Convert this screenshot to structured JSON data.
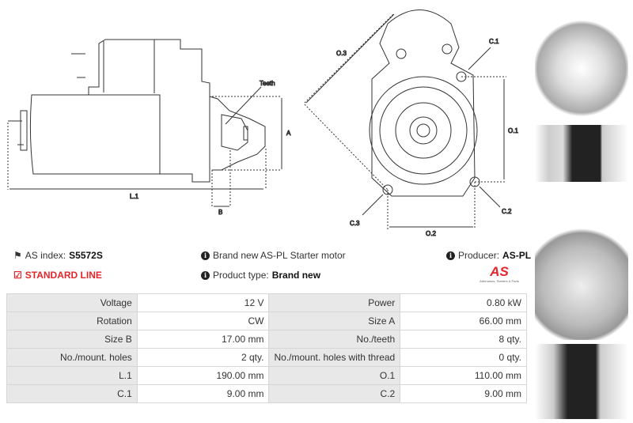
{
  "drawing_labels": {
    "teeth": "Teeth",
    "a": "A",
    "b": "B",
    "l1": "L.1",
    "o1": "O.1",
    "o2": "O.2",
    "o3": "O.3",
    "c1": "C.1",
    "c2": "C.2",
    "c3": "C.3"
  },
  "info": {
    "as_index_label": "AS index:",
    "as_index_value": "S5572S",
    "line": "STANDARD LINE",
    "description": "Brand new AS-PL Starter motor",
    "product_type_label": "Product type:",
    "product_type_value": "Brand new",
    "producer_label": "Producer:",
    "producer_value": "AS-PL",
    "logo_text": "AS",
    "logo_tagline": "Alternators, Starters & Parts"
  },
  "colors": {
    "accent": "#e3262b",
    "header_cell": "#e8e8e8"
  },
  "specs": [
    [
      "Voltage",
      "12 V",
      "Power",
      "0.80 kW"
    ],
    [
      "Rotation",
      "CW",
      "Size A",
      "66.00 mm"
    ],
    [
      "Size B",
      "17.00 mm",
      "No./teeth",
      "8 qty."
    ],
    [
      "No./mount. holes",
      "2 qty.",
      "No./mount. holes with thread",
      "0 qty."
    ],
    [
      "L.1",
      "190.00 mm",
      "O.1",
      "110.00 mm"
    ],
    [
      "C.1",
      "9.00 mm",
      "C.2",
      "9.00 mm"
    ]
  ]
}
